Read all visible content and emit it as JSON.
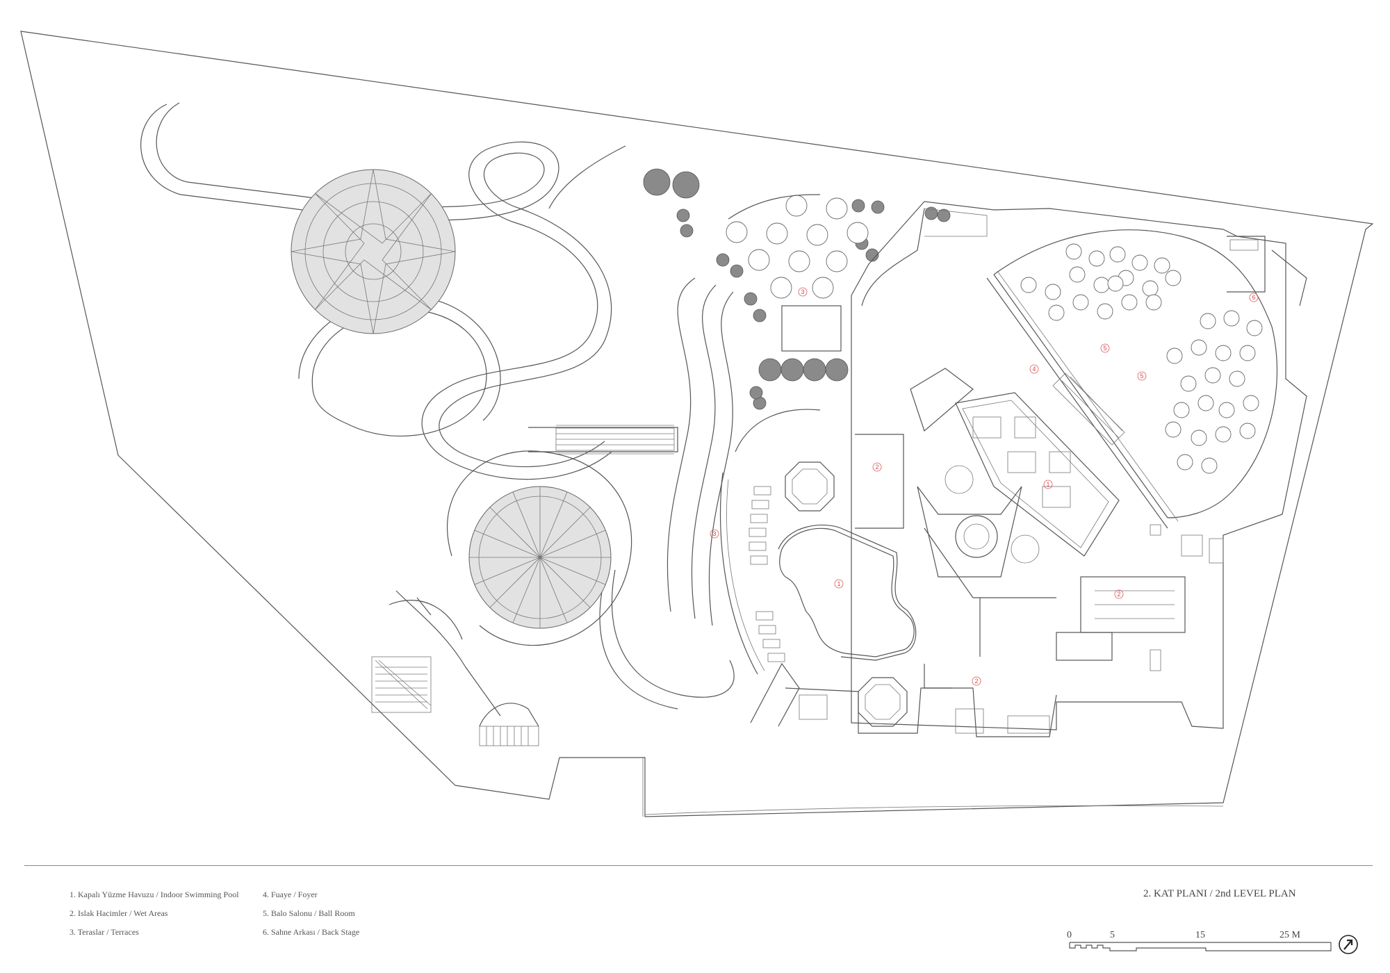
{
  "title": "2. KAT PLANI / 2nd LEVEL PLAN",
  "legend": [
    {
      "label": "1. Kapalı Yüzme Havuzu / Indoor Swimming Pool"
    },
    {
      "label": "2. Islak Hacimler / Wet Areas"
    },
    {
      "label": "3. Teraslar / Terraces"
    },
    {
      "label": "4. Fuaye / Foyer"
    },
    {
      "label": "5. Balo Salonu / Ball Room"
    },
    {
      "label": "6. Sahne Arkası / Back Stage"
    }
  ],
  "scale": {
    "labels": [
      "0",
      "5",
      "15",
      "25 M"
    ]
  },
  "room_tags": [
    "1",
    "1",
    "2",
    "2",
    "2",
    "3",
    "3",
    "4",
    "5",
    "5",
    "6"
  ],
  "icons": {
    "north_arrow": "north-arrow-icon"
  }
}
